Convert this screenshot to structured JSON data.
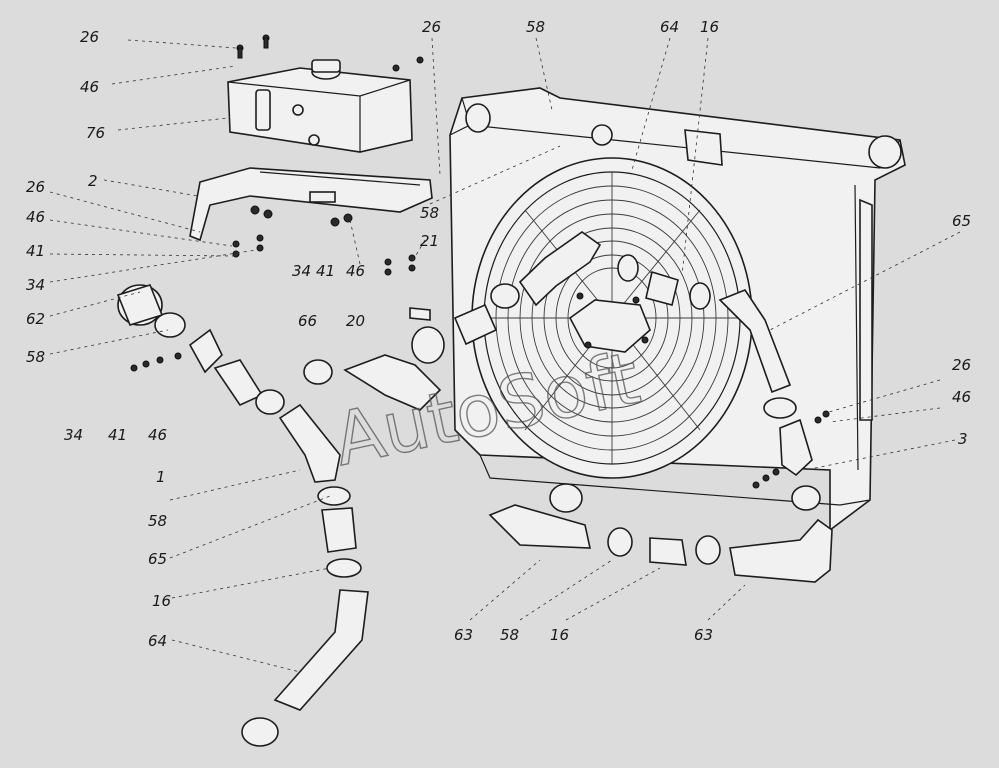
{
  "watermark": "AutoSoft",
  "callouts": [
    {
      "id": "c1",
      "text": "26"
    },
    {
      "id": "c2",
      "text": "46"
    },
    {
      "id": "c3",
      "text": "76"
    },
    {
      "id": "c4",
      "text": "2"
    },
    {
      "id": "c5",
      "text": "26"
    },
    {
      "id": "c6",
      "text": "46"
    },
    {
      "id": "c7",
      "text": "41"
    },
    {
      "id": "c8",
      "text": "34"
    },
    {
      "id": "c9",
      "text": "62"
    },
    {
      "id": "c10",
      "text": "58"
    },
    {
      "id": "c11",
      "text": "34"
    },
    {
      "id": "c12",
      "text": "41"
    },
    {
      "id": "c13",
      "text": "46"
    },
    {
      "id": "c14",
      "text": "1"
    },
    {
      "id": "c15",
      "text": "58"
    },
    {
      "id": "c16",
      "text": "65"
    },
    {
      "id": "c17",
      "text": "16"
    },
    {
      "id": "c18",
      "text": "64"
    },
    {
      "id": "c19",
      "text": "26"
    },
    {
      "id": "c20",
      "text": "58"
    },
    {
      "id": "c21",
      "text": "64"
    },
    {
      "id": "c22",
      "text": "16"
    },
    {
      "id": "c23",
      "text": "58"
    },
    {
      "id": "c24",
      "text": "21"
    },
    {
      "id": "c25",
      "text": "34"
    },
    {
      "id": "c26",
      "text": "41"
    },
    {
      "id": "c27",
      "text": "46"
    },
    {
      "id": "c28",
      "text": "66"
    },
    {
      "id": "c29",
      "text": "20"
    },
    {
      "id": "c30",
      "text": "65"
    },
    {
      "id": "c31",
      "text": "26"
    },
    {
      "id": "c32",
      "text": "46"
    },
    {
      "id": "c33",
      "text": "3"
    },
    {
      "id": "c34",
      "text": "63"
    },
    {
      "id": "c35",
      "text": "58"
    },
    {
      "id": "c36",
      "text": "16"
    },
    {
      "id": "c37",
      "text": "63"
    }
  ]
}
